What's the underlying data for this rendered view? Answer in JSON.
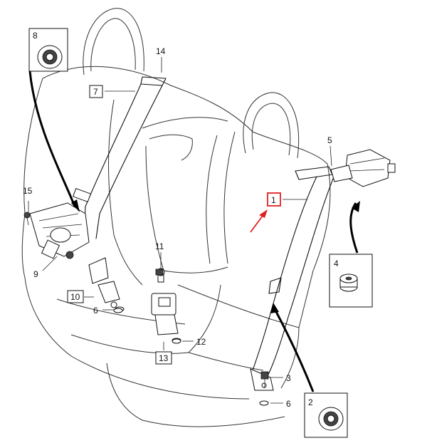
{
  "labels": {
    "l1": "1",
    "l2": "2",
    "l3": "3",
    "l4": "4",
    "l5": "5",
    "l6a": "6",
    "l6b": "6",
    "l7": "7",
    "l8": "8",
    "l9": "9",
    "l10": "10",
    "l11": "11",
    "l12": "12",
    "l13": "13",
    "l14": "14",
    "l15": "15"
  },
  "colors": {
    "highlight": "#e02020",
    "line": "#111111"
  },
  "icons": [
    "grommet-icon",
    "nut-icon",
    "seat-outline",
    "belt-retractor",
    "buckle"
  ]
}
